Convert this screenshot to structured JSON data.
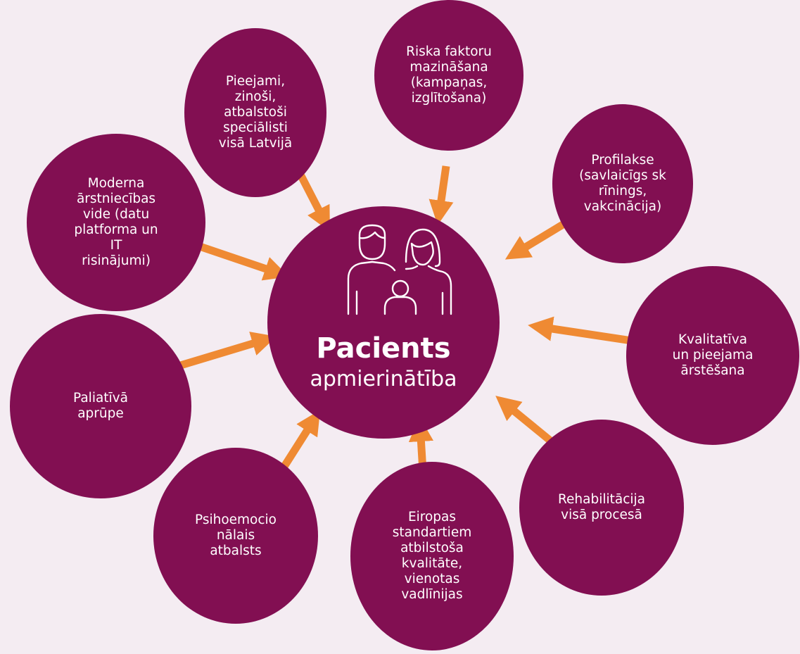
{
  "colors": {
    "background": "#f4ecf2",
    "bubble": "#820f52",
    "arrow": "#ef8a33",
    "text": "#ffffff"
  },
  "center": {
    "icon": "family-icon",
    "title": "Pacients",
    "subtitle": "apmierinātība"
  },
  "nodes": [
    {
      "id": "pieejami",
      "text": "Pieejami,\nzinoši,\natbalstoši\nspeciālisti\nvisā Latvijā"
    },
    {
      "id": "riska",
      "text": "Riska faktoru\nmazināšana\n(kampaņas,\nizglītošana)"
    },
    {
      "id": "profilakse",
      "text": "Profilakse\n(savlaicīgs sk\nrīnings,\nvakcinācija)"
    },
    {
      "id": "moderna",
      "text": "Moderna\nārstniecības\nvide (datu\nplatforma un\nIT\nrisinājumi)"
    },
    {
      "id": "kvalitativa",
      "text": "Kvalitatīva\nun pieejama\nārstēšana"
    },
    {
      "id": "paliativa",
      "text": "Paliatīvā\naprūpe"
    },
    {
      "id": "rehabilitacija",
      "text": "Rehabilitācija\nvisā procesā"
    },
    {
      "id": "psihoemocio",
      "text": "Psihoemocio\nnālais\natbalsts"
    },
    {
      "id": "eiropas",
      "text": "Eiropas\nstandartiem\natbilstoša\nkvalitāte,\nvienotas\nvadlīnijas"
    }
  ]
}
